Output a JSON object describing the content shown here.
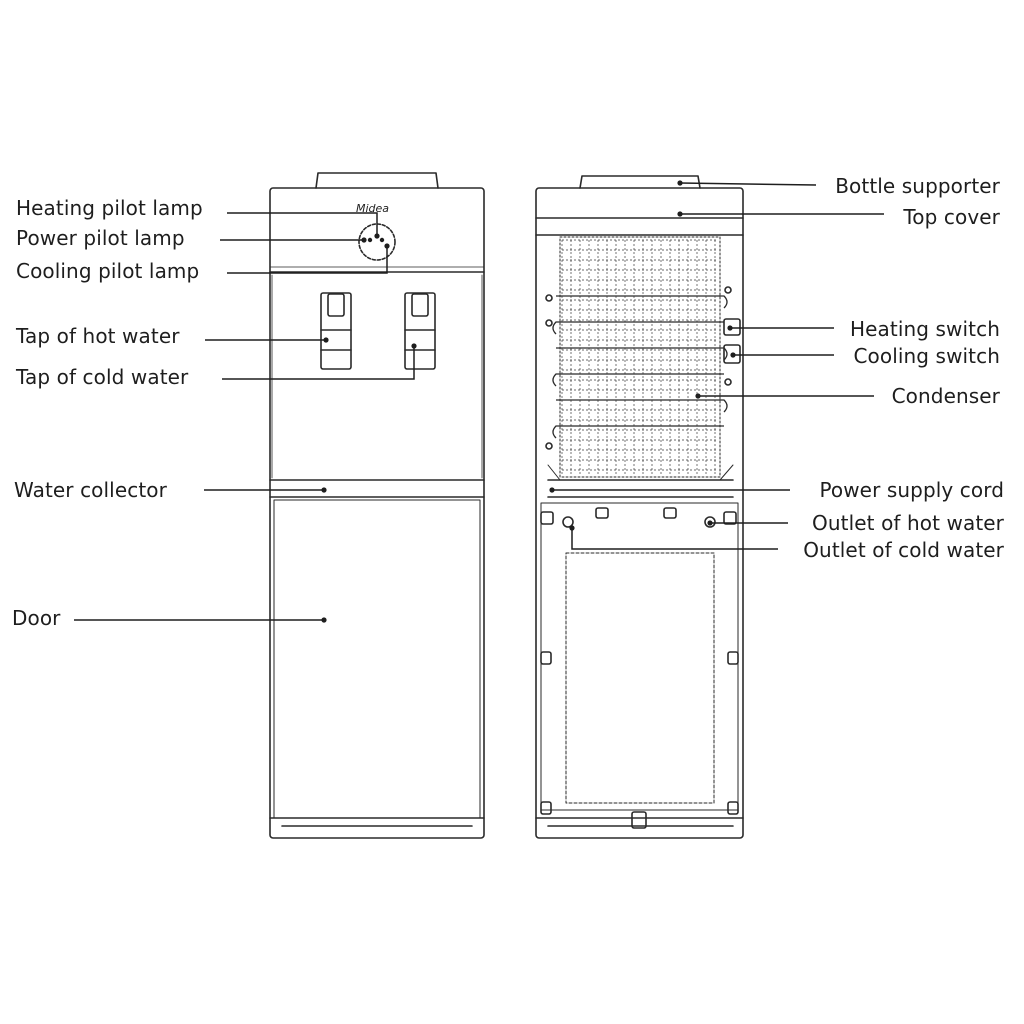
{
  "brand": "Midea",
  "front_labels": {
    "heating_pilot_lamp": "Heating pilot lamp",
    "power_pilot_lamp": "Power pilot lamp",
    "cooling_pilot_lamp": "Cooling pilot lamp",
    "tap_hot_water": "Tap of hot water",
    "tap_cold_water": "Tap of cold water",
    "water_collector": "Water collector",
    "door": "Door"
  },
  "back_labels": {
    "bottle_supporter": "Bottle supporter",
    "top_cover": "Top cover",
    "heating_switch": "Heating switch",
    "cooling_switch": "Cooling switch",
    "condenser": "Condenser",
    "power_supply_cord": "Power supply cord",
    "outlet_hot_water": "Outlet of hot water",
    "outlet_cold_water": "Outlet of cold water"
  },
  "colors": {
    "ink": "#1e1e1e",
    "background": "#ffffff"
  }
}
